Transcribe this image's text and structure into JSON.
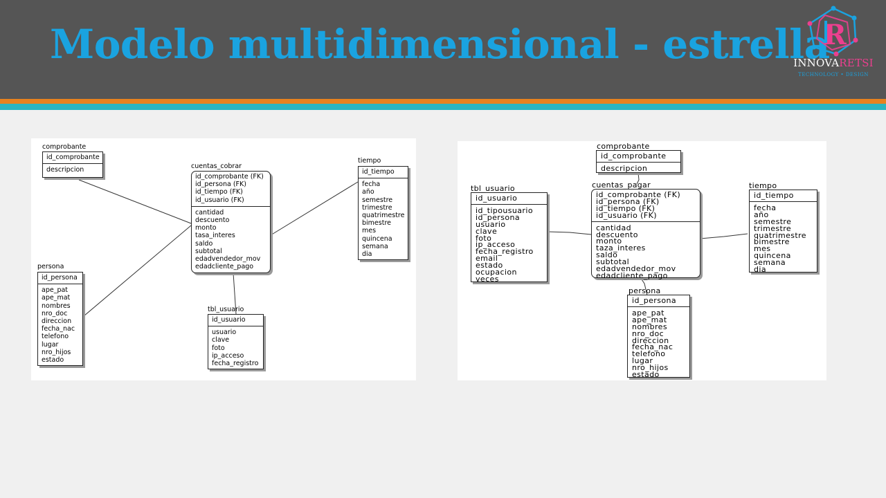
{
  "header": {
    "title": "Modelo multidimensional - estrella",
    "logo": {
      "name_a": "INNOVA",
      "name_b": "RETSI",
      "tagline": "TECHNOLOGY • DESIGN",
      "mark": "R"
    }
  },
  "colors": {
    "header_bg": "#555555",
    "title": "#1aa3e0",
    "stripe_orange": "#e8821e",
    "stripe_teal": "#2bb5c0",
    "logo_pink": "#ec3f8f"
  },
  "diagrams": [
    {
      "fact": {
        "name": "cuentas_cobrar",
        "keys": [
          "id_comprobante (FK)",
          "id_persona (FK)",
          "id_tiempo (FK)",
          "id_usuario (FK)"
        ],
        "attrs": [
          "cantidad",
          "descuento",
          "monto",
          "tasa_interes",
          "saldo",
          "subtotal",
          "edadvendedor_mov",
          "edadcliente_pago"
        ]
      },
      "comprobante": {
        "name": "comprobante",
        "keys": [
          "id_comprobante"
        ],
        "attrs": [
          "descripcion"
        ]
      },
      "tiempo": {
        "name": "tiempo",
        "keys": [
          "id_tiempo"
        ],
        "attrs": [
          "fecha",
          "año",
          "semestre",
          "trimestre",
          "quatrimestre",
          "bimestre",
          "mes",
          "quincena",
          "semana",
          "dia"
        ]
      },
      "persona": {
        "name": "persona",
        "keys": [
          "id_persona"
        ],
        "attrs": [
          "ape_pat",
          "ape_mat",
          "nombres",
          "nro_doc",
          "direccion",
          "fecha_nac",
          "telefono",
          "lugar",
          "nro_hijos",
          "estado"
        ]
      },
      "usuario": {
        "name": "tbl_usuario",
        "keys": [
          "id_usuario"
        ],
        "attrs": [
          "usuario",
          "clave",
          "foto",
          "ip_acceso",
          "fecha_registro"
        ]
      }
    },
    {
      "fact": {
        "name": "cuentas_pagar",
        "keys": [
          "id_comprobante (FK)",
          "id_persona (FK)",
          "id_tiempo (FK)",
          "id_usuario (FK)"
        ],
        "attrs": [
          "cantidad",
          "descuento",
          "monto",
          "taza_interes",
          "saldo",
          "subtotal",
          "edadvendedor_mov",
          "edadcliente_pago"
        ]
      },
      "comprobante": {
        "name": "comprobante",
        "keys": [
          "id_comprobante"
        ],
        "attrs": [
          "descripcion"
        ]
      },
      "tiempo": {
        "name": "tiempo",
        "keys": [
          "id_tiempo"
        ],
        "attrs": [
          "fecha",
          "año",
          "semestre",
          "trimestre",
          "quatrimestre",
          "bimestre",
          "mes",
          "quincena",
          "semana",
          "dia"
        ]
      },
      "persona": {
        "name": "persona",
        "keys": [
          "id_persona"
        ],
        "attrs": [
          "ape_pat",
          "ape_mat",
          "nombres",
          "nro_doc",
          "direccion",
          "fecha_nac",
          "telefono",
          "lugar",
          "nro_hijos",
          "estado"
        ]
      },
      "usuario": {
        "name": "tbl_usuario",
        "keys": [
          "id_usuario"
        ],
        "attrs": [
          "id_tipousuario",
          "id_persona",
          "usuario",
          "clave",
          "foto",
          "ip_acceso",
          "fecha_registro",
          "email",
          "estado",
          "ocupacion",
          "veces"
        ]
      }
    }
  ]
}
